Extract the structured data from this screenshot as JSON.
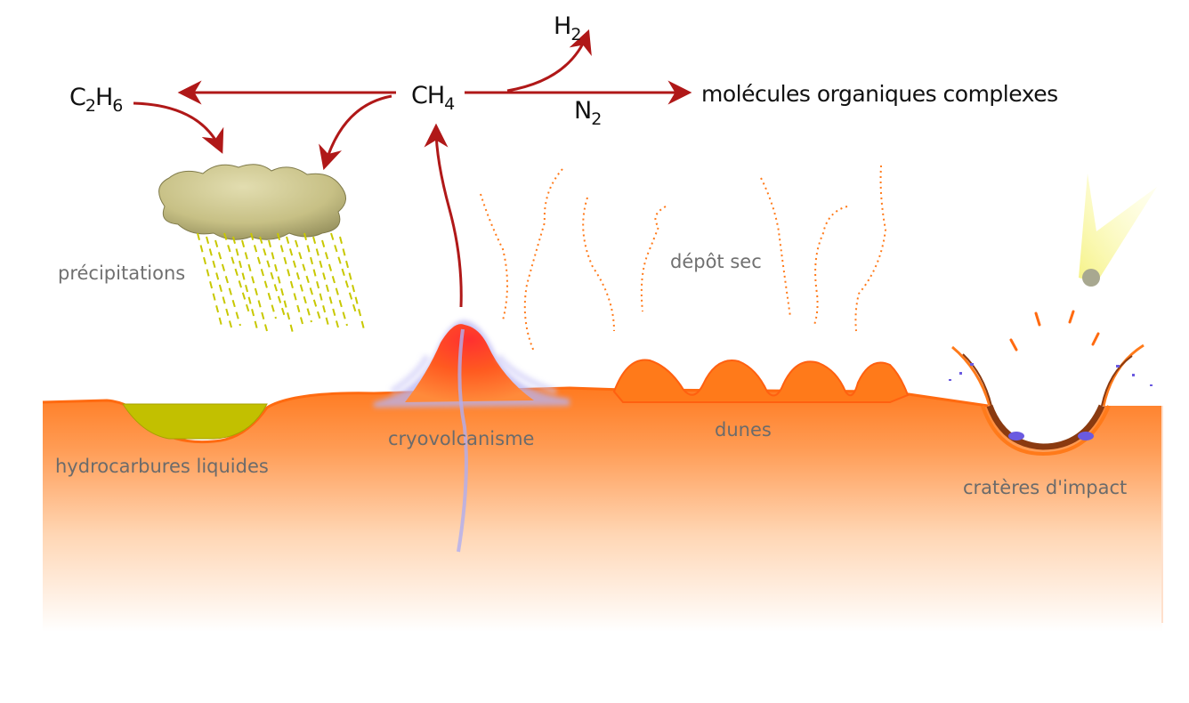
{
  "molecules": {
    "c2h6": {
      "p1": "C",
      "s1": "2",
      "p2": "H",
      "s2": "6"
    },
    "ch4": {
      "p1": "CH",
      "s1": "4"
    },
    "h2": {
      "p1": "H",
      "s1": "2"
    },
    "n2": {
      "p1": "N",
      "s1": "2"
    }
  },
  "labels": {
    "complex_organics": "molécules organiques complexes",
    "precipitation": "précipitations",
    "dry_deposit": "dépôt sec",
    "liquid_hydrocarbons": "hydrocarbures liquides",
    "cryovolcanism": "cryovolcanisme",
    "dunes": "dunes",
    "impact_craters": "cratères d'impact"
  },
  "colors": {
    "arrow": "#b01818",
    "surface_top": "#ff7a1a",
    "lake": "#c2c000",
    "cloud": "#c9c38a",
    "rain": "#c8c800",
    "plume": "#a9a6f0",
    "meteor": "#f0f060"
  }
}
